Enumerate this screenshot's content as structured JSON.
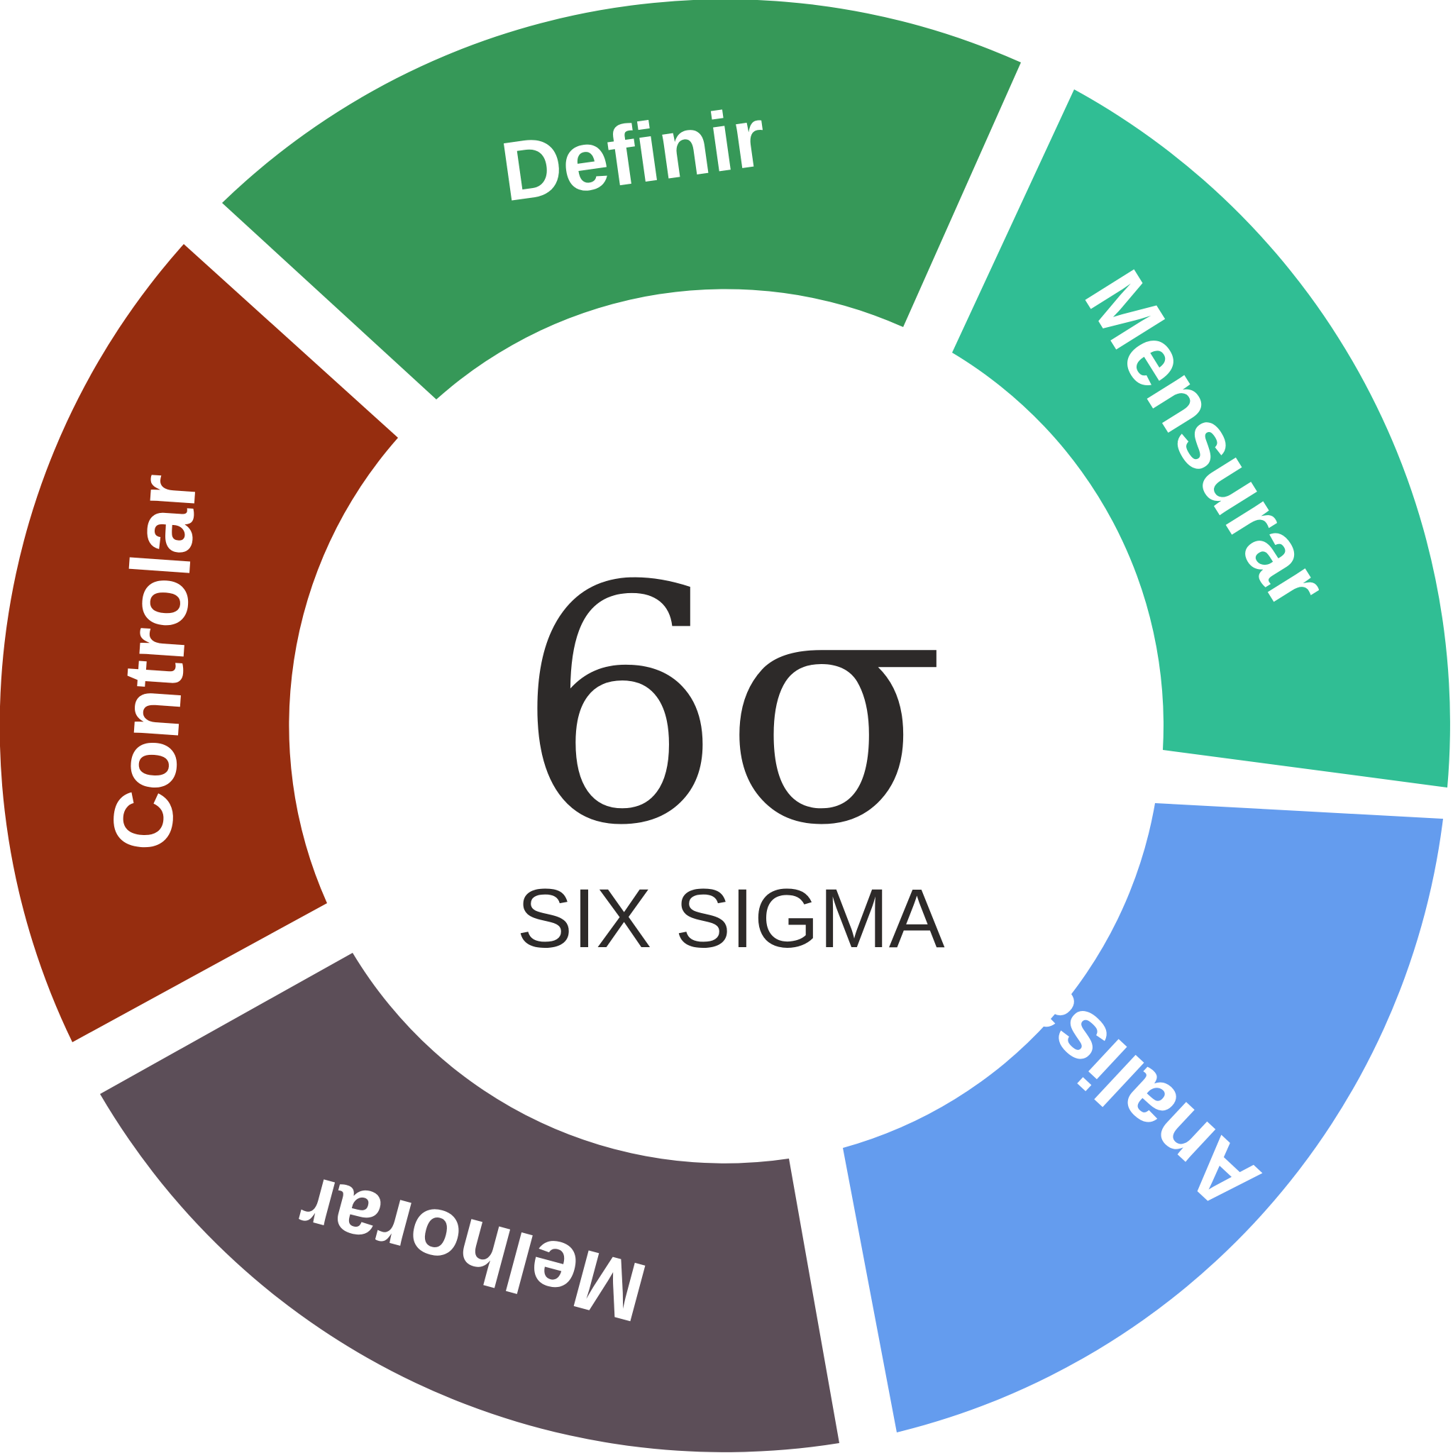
{
  "center": {
    "symbol": "6σ",
    "caption": "SIX SIGMA",
    "color": "#2d2a29"
  },
  "segments": [
    {
      "id": "definir",
      "label": "Definir",
      "color": "#369858"
    },
    {
      "id": "mensurar",
      "label": "Mensurar",
      "color": "#30be94"
    },
    {
      "id": "analisar",
      "label": "Analisar",
      "color": "#649cee"
    },
    {
      "id": "melhorar",
      "label": "Melhorar",
      "color": "#5c4e58"
    },
    {
      "id": "controlar",
      "label": "Controlar",
      "color": "#962d0f"
    }
  ]
}
